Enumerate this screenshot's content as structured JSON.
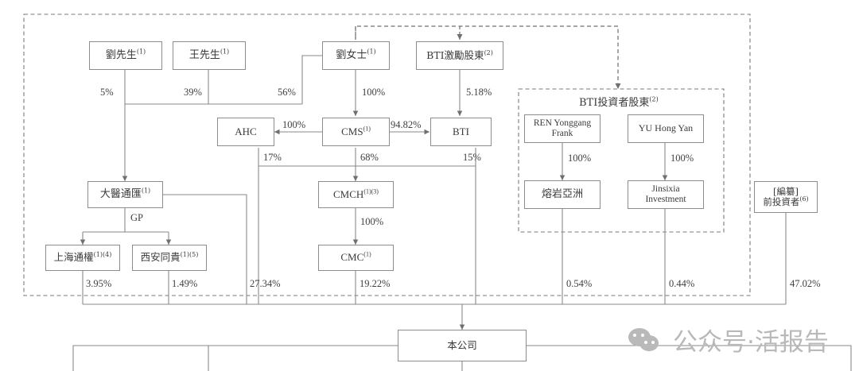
{
  "diagram": {
    "type": "org-ownership-chart",
    "title_present": false,
    "outer_group_dashed": true,
    "nodes": {
      "liu_mr": {
        "label": "劉先生",
        "sup": "(1)"
      },
      "wang_mr": {
        "label": "王先生",
        "sup": "(1)"
      },
      "liu_ms": {
        "label": "劉女士",
        "sup": "(1)"
      },
      "bti_incentive": {
        "label": "BTI激勵股東",
        "sup": "(2)"
      },
      "ahc": {
        "label": "AHC",
        "sup": ""
      },
      "cms": {
        "label": "CMS",
        "sup": "(1)"
      },
      "bti": {
        "label": "BTI",
        "sup": ""
      },
      "dayitonghui": {
        "label": "大醫通匯",
        "sup": "(1)"
      },
      "cmch": {
        "label": "CMCH",
        "sup": "(1)(3)"
      },
      "ren_yonggang": {
        "line1": "REN Yonggang",
        "line2": "Frank"
      },
      "yu_hongyan": {
        "line1": "YU Hong Yan",
        "line2": ""
      },
      "rongyan_asia": {
        "label": "熔岩亞洲",
        "sup": ""
      },
      "jinsixia": {
        "line1": "Jinsixia",
        "line2": "Investment"
      },
      "pre_investor": {
        "line1": "[編纂]",
        "line2": "前投資者",
        "sup": "(6)"
      },
      "shanghai_tongquan": {
        "label": "上海通權",
        "sup": "(1)(4)"
      },
      "xian_tonggui": {
        "label": "西安同貴",
        "sup": "(1)(5)"
      },
      "cmc": {
        "label": "CMC",
        "sup": "(1)"
      },
      "company": {
        "label": "本公司",
        "sup": ""
      }
    },
    "group_labels": {
      "bti_investors": {
        "label": "BTI投資者股東",
        "sup": "(2)"
      }
    },
    "edge_labels": {
      "liu_mr_to_dayi": "5%",
      "wang_mr_to_dayi": "39%",
      "liu_ms_to_dayi": "56%",
      "liu_ms_to_cms": "100%",
      "bti_incentive_to_bti": "5.18%",
      "cms_to_ahc": "100%",
      "cms_to_bti": "94.82%",
      "ahc_to_company": "17%",
      "cms_to_cmch": "68%",
      "bti_to_company": "15%",
      "dayi_gp": "GP",
      "cmch_to_cmc": "100%",
      "ren_to_rongyan": "100%",
      "yu_to_jinsixia": "100%",
      "shanghai_to_company": "3.95%",
      "xian_to_company": "1.49%",
      "dayi_to_company": "27.34%",
      "cmc_to_company": "19.22%",
      "rongyan_to_company": "0.54%",
      "jinsixia_to_company": "0.44%",
      "pre_investor_to_company": "47.02%"
    },
    "colors": {
      "box_border": "#8c8c8c",
      "line": "#8a8a8a",
      "text": "#3a3a3a",
      "dashed": "#7a7a7a",
      "watermark": "#b9b9b9",
      "background": "#ffffff"
    }
  },
  "watermark": {
    "text": "公众号·活报告",
    "icon": "wechat-logo"
  }
}
